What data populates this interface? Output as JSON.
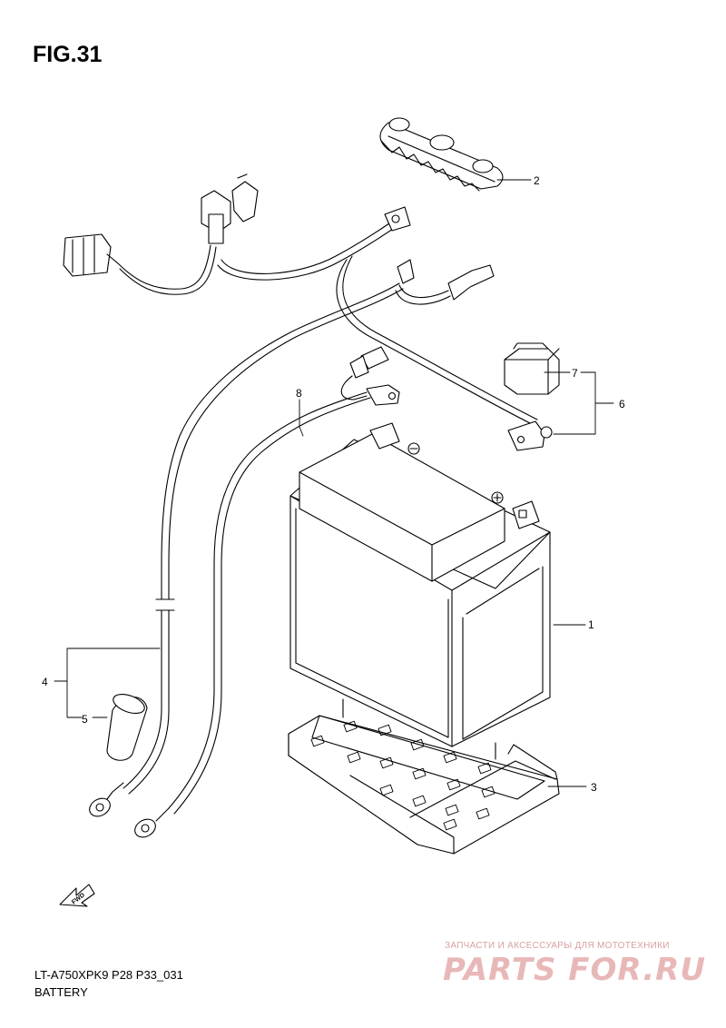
{
  "figure": {
    "title": "FIG.31",
    "model_code": "LT-A750XPK9 P28 P33_031",
    "section_name": "BATTERY"
  },
  "callouts": [
    {
      "id": "c1",
      "label": "1",
      "part": "battery"
    },
    {
      "id": "c2",
      "label": "2",
      "part": "battery-terminal-cover"
    },
    {
      "id": "c3",
      "label": "3",
      "part": "battery-tray"
    },
    {
      "id": "c4",
      "label": "4",
      "part": "battery-minus-lead"
    },
    {
      "id": "c5",
      "label": "5",
      "part": "terminal-boot"
    },
    {
      "id": "c6",
      "label": "6",
      "part": "battery-plus-lead"
    },
    {
      "id": "c7",
      "label": "7",
      "part": "fuse-cap"
    },
    {
      "id": "c8",
      "label": "8",
      "part": "battery-lead-wire"
    }
  ],
  "fwd_marker": {
    "label": "FWD"
  },
  "watermark": {
    "subtitle": "ЗАПЧАСТИ И АКСЕССУАРЫ ДЛЯ МОТОТЕХНИКИ",
    "logo": "PARTS FOR.RU"
  },
  "colors": {
    "ink": "#000000",
    "background": "#ffffff",
    "watermark": "#e8b8b8"
  }
}
